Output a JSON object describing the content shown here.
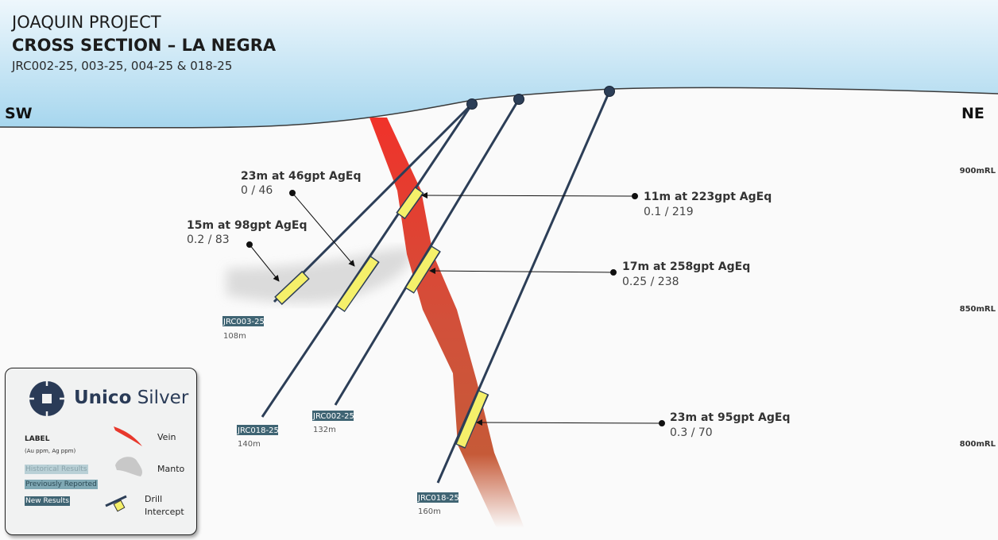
{
  "header": {
    "project": "JOAQUIN PROJECT",
    "section": "CROSS SECTION – LA NEGRA",
    "holes": "JRC002-25, 003-25, 004-25 & 018-25"
  },
  "directions": {
    "left": "SW",
    "right": "NE"
  },
  "elevations": [
    "900mRL",
    "850mRL",
    "800mRL"
  ],
  "annotations": [
    {
      "title": "23m at 46gpt AgEq",
      "values": "0 / 46"
    },
    {
      "title": "15m at 98gpt AgEq",
      "values": "0.2 / 83"
    },
    {
      "title": "11m at 223gpt AgEq",
      "values": "0.1 / 219"
    },
    {
      "title": "17m at 258gpt AgEq",
      "values": "0.25 / 238"
    },
    {
      "title": "23m at 95gpt AgEq",
      "values": "0.3 / 70"
    }
  ],
  "drill_holes": [
    {
      "id": "JRC003-25",
      "length": "108m"
    },
    {
      "id": "JRC018-25",
      "length": "140m"
    },
    {
      "id": "JRC002-25",
      "length": "132m"
    },
    {
      "id": "JRC018-25",
      "length": "160m"
    }
  ],
  "legend": {
    "logo_word1": "Unico",
    "logo_word2": "Silver",
    "label": "LABEL",
    "units": "(Au ppm, Ag ppm)",
    "historical": "Historical Results",
    "previous": "Previously Reported",
    "new": "New Results",
    "vein": "Vein",
    "manto": "Manto",
    "drill_1": "Drill",
    "drill_2": "Intercept"
  },
  "colors": {
    "vein": "#e8382c",
    "intercept": "#f5f06a",
    "drill": "#2c3e57",
    "tag": "#3f6473",
    "sky": "#a9d9f0"
  }
}
